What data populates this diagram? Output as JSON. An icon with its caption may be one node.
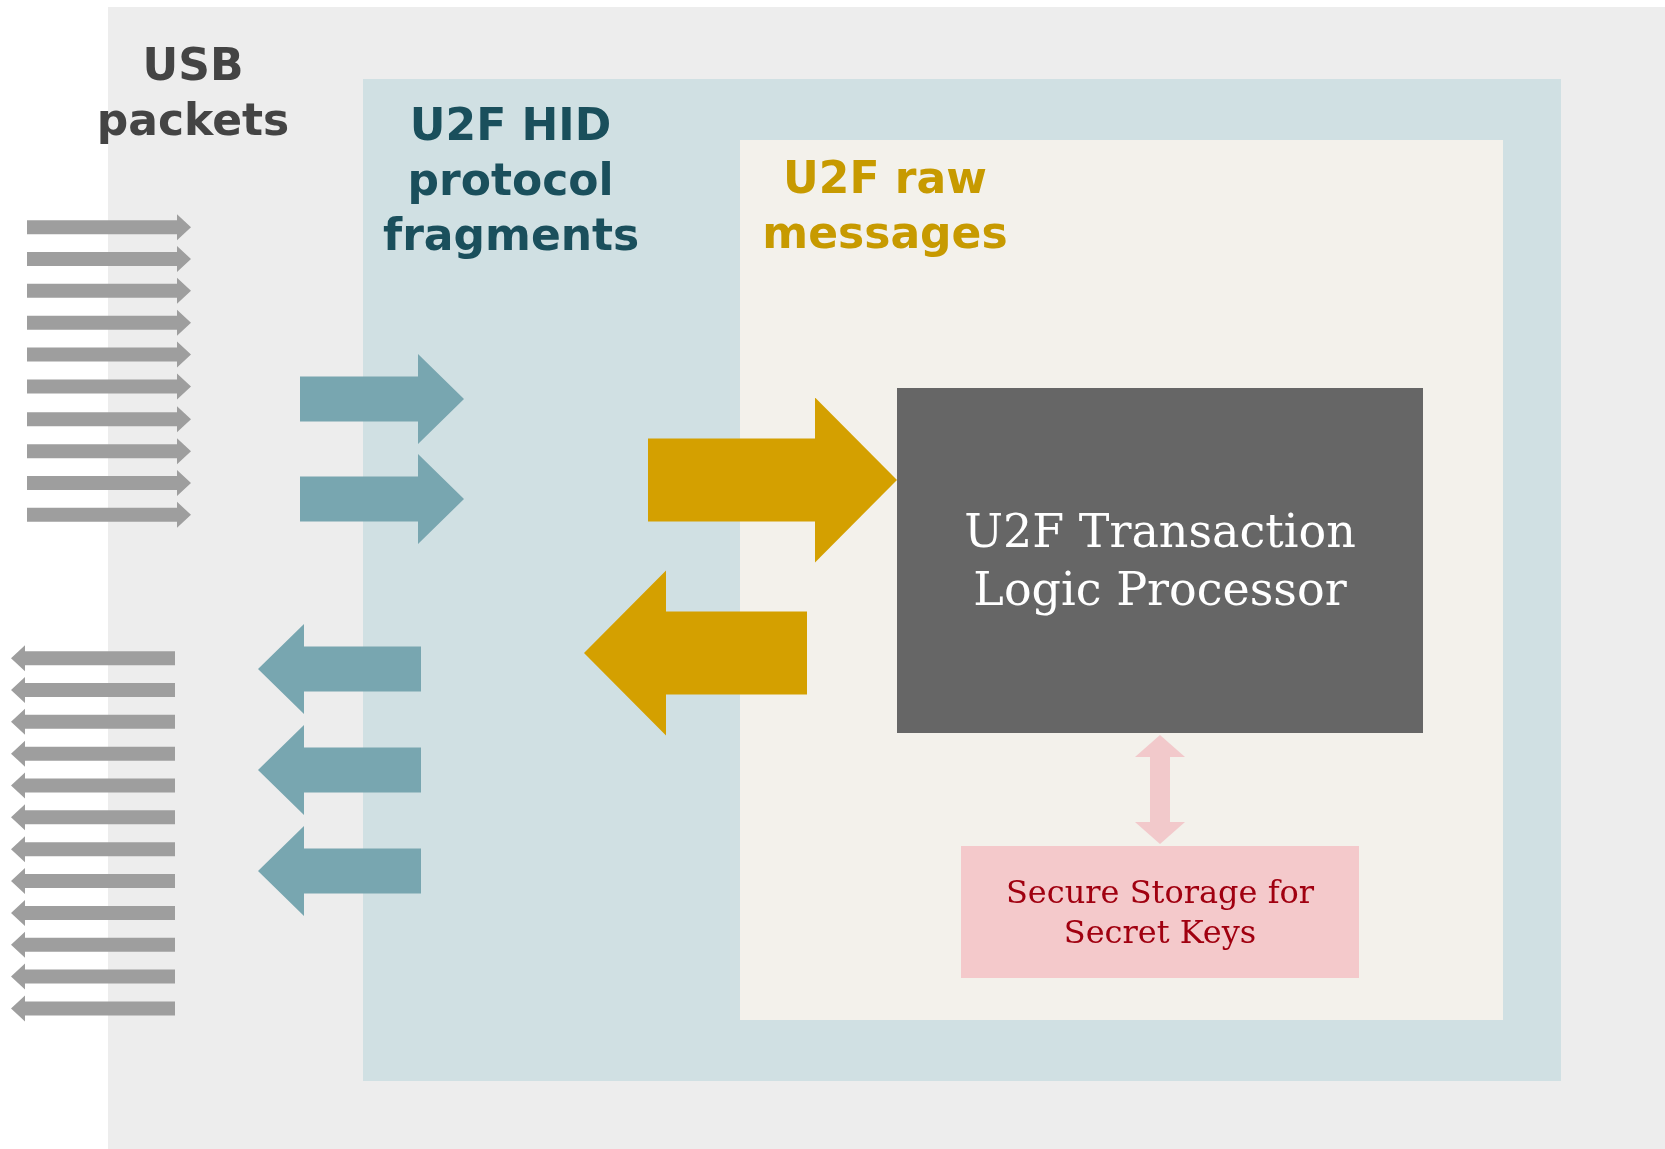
{
  "diagram": {
    "nodes": [
      {
        "text": [
          "USB packets"
        ]
      },
      {
        "text": [
          "U2F HID protocol fragments"
        ],
        "in": 0
      },
      {
        "text": [
          "U2F raw messages"
        ],
        "in": 1
      },
      {
        "text": [
          "U2F Transaction Logic Processor"
        ],
        "in": 2
      },
      {
        "text": [
          "Secure Storage for Secret Keys"
        ],
        "in": 2
      }
    ],
    "edges": [
      {
        "from": null,
        "to": 3,
        "arrow": "to",
        "style": "thick",
        "color": "#d4a000"
      },
      {
        "from": 3,
        "to": 4,
        "arrow": "both",
        "color": "#f2c9cb"
      }
    ]
  }
}
